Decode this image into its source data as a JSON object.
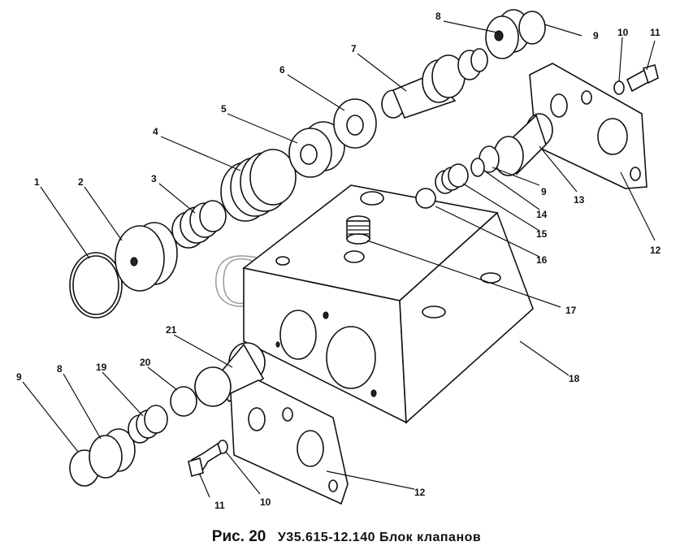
{
  "watermark": "СЕЛІМ",
  "caption": {
    "figure": "Рис. 20",
    "text": "У35.615-12.140  Блок клапанов"
  },
  "callouts": [
    "1",
    "2",
    "3",
    "4",
    "5",
    "6",
    "7",
    "8",
    "9",
    "10",
    "11",
    "12",
    "13",
    "14",
    "15",
    "16",
    "17",
    "18",
    "19",
    "20",
    "21"
  ],
  "callouts_lower": {
    "n9": "9",
    "n8": "8",
    "n19": "19",
    "n20": "20",
    "n21": "21",
    "n11": "11",
    "n10": "10",
    "n12": "12",
    "n18": "18"
  }
}
